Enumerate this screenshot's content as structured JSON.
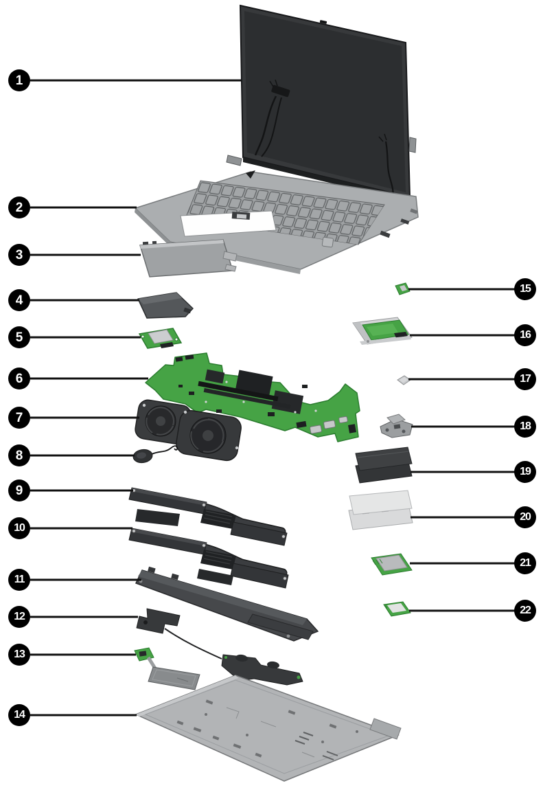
{
  "diagram": {
    "kind": "exploded-parts-diagram",
    "subject": "laptop",
    "background": "#ffffff"
  },
  "colors": {
    "callout_bg": "#000000",
    "callout_text": "#ffffff",
    "leader_line": "#111111",
    "pcb_green": "#46a345",
    "pcb_green_edge": "#2b7c2f",
    "dark_part": "#37393b",
    "gray_cover": "#abaeb0",
    "light_plate": "#d9dadb"
  },
  "callouts": [
    {
      "number": "1",
      "part": "display-assembly"
    },
    {
      "number": "2",
      "part": "top-cover-with-keyboard"
    },
    {
      "number": "3",
      "part": "touchpad"
    },
    {
      "number": "4",
      "part": "ssd-module"
    },
    {
      "number": "5",
      "part": "card-reader-board"
    },
    {
      "number": "6",
      "part": "system-board"
    },
    {
      "number": "7",
      "part": "fans"
    },
    {
      "number": "8",
      "part": "round-speaker"
    },
    {
      "number": "9",
      "part": "heat-sink-upper"
    },
    {
      "number": "10",
      "part": "heat-sink-lower"
    },
    {
      "number": "11",
      "part": "battery"
    },
    {
      "number": "12",
      "part": "speakers"
    },
    {
      "number": "13",
      "part": "fingerprint-reader-board"
    },
    {
      "number": "14",
      "part": "bottom-cover"
    },
    {
      "number": "15",
      "part": "sensor-board"
    },
    {
      "number": "16",
      "part": "ssd-with-bracket"
    },
    {
      "number": "17",
      "part": "small-chip"
    },
    {
      "number": "18",
      "part": "metal-bracket"
    },
    {
      "number": "19",
      "part": "shield-plates-dark"
    },
    {
      "number": "20",
      "part": "thermal-plates-light"
    },
    {
      "number": "21",
      "part": "wlan-module"
    },
    {
      "number": "22",
      "part": "ssd-card"
    }
  ]
}
